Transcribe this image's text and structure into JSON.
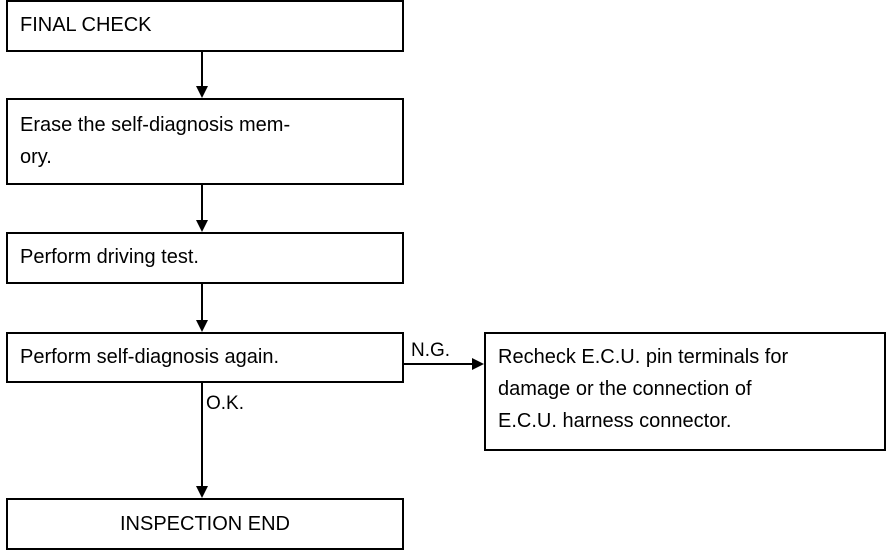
{
  "flowchart": {
    "final_check": "FINAL CHECK",
    "erase_memory": "Erase the self-diagnosis mem-ory.",
    "erase_memory_line1": "Erase the self-diagnosis mem-",
    "erase_memory_line2": "ory.",
    "driving_test": "Perform driving test.",
    "self_diagnosis_again": "Perform self-diagnosis again.",
    "recheck_line1": "Recheck E.C.U. pin terminals for",
    "recheck_line2": "damage or the connection of",
    "recheck_line3": "E.C.U. harness connector.",
    "inspection_end": "INSPECTION END",
    "ng_label": "N.G.",
    "ok_label": "O.K."
  }
}
